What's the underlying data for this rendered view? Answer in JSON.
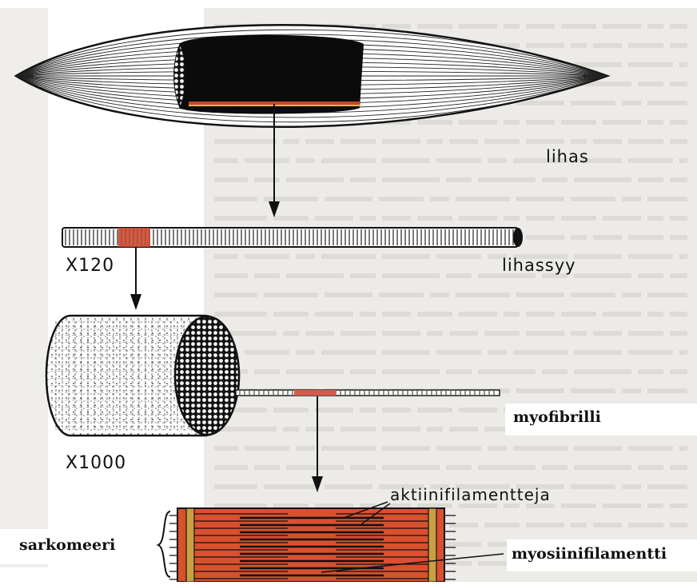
{
  "labels": {
    "muscle": "lihas",
    "muscle_fiber": "lihassyy",
    "myofibril": "myofibrilli",
    "sarcomere": "sarkomeeri",
    "actin_filaments": "aktiinifilamentteja",
    "myosin_filament": "myosiinifilamentti",
    "magnification_120": "X120",
    "magnification_1000": "X1000"
  },
  "colors": {
    "highlight": "#c8452c",
    "sarcomere_fill": "#d9502f",
    "ink": "#111111",
    "paper_background": "#ecebe8"
  },
  "icons": [
    "down-arrow-icon",
    "brace-icon"
  ]
}
